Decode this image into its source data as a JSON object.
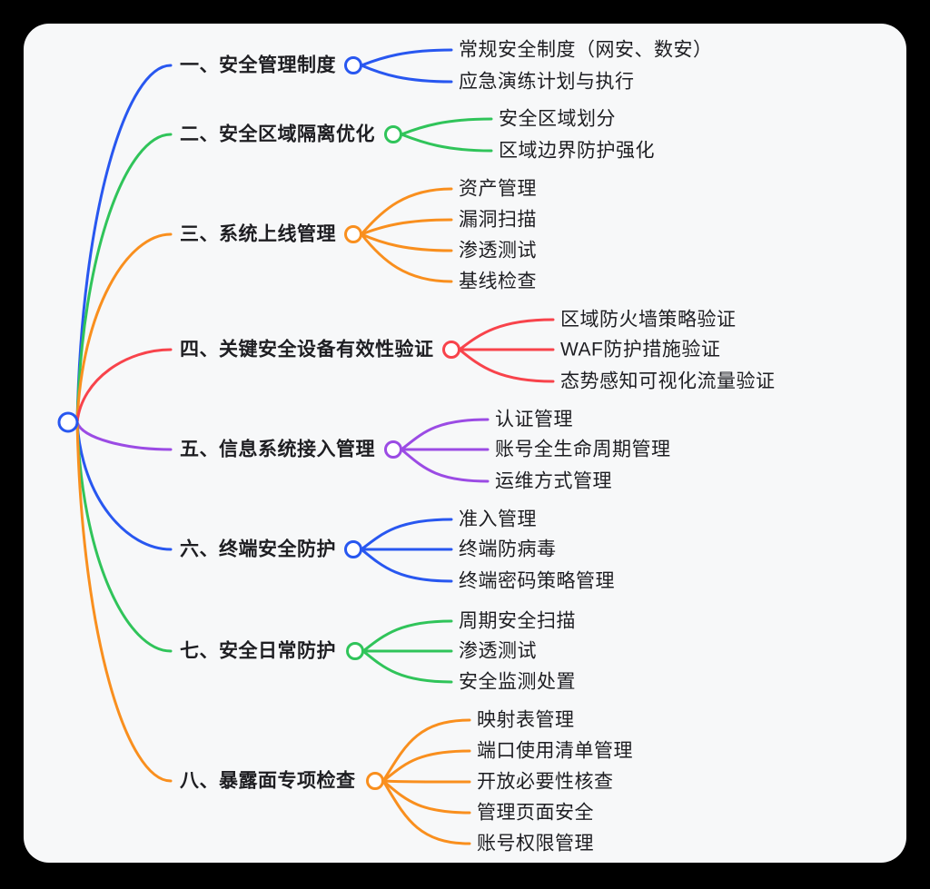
{
  "page": {
    "outer_background": "#000000",
    "canvas_background": "#F7F8F9",
    "text_color": "#1E1E22"
  },
  "colors": {
    "blue": "#2857F0",
    "green": "#30C45A",
    "orange": "#F98F1E",
    "red": "#F8434B",
    "purple": "#9B4BE4"
  },
  "root": {
    "color": "blue"
  },
  "branches": [
    {
      "label": "一、安全管理制度",
      "color": "blue",
      "children": [
        "常规安全制度（网安、数安）",
        "应急演练计划与执行"
      ]
    },
    {
      "label": "二、安全区域隔离优化",
      "color": "green",
      "children": [
        "安全区域划分",
        "区域边界防护强化"
      ]
    },
    {
      "label": "三、系统上线管理",
      "color": "orange",
      "children": [
        "资产管理",
        "漏洞扫描",
        "渗透测试",
        "基线检查"
      ]
    },
    {
      "label": "四、关键安全设备有效性验证",
      "color": "red",
      "children": [
        "区域防火墙策略验证",
        "WAF防护措施验证",
        "态势感知可视化流量验证"
      ]
    },
    {
      "label": "五、信息系统接入管理",
      "color": "purple",
      "children": [
        "认证管理",
        "账号全生命周期管理",
        "运维方式管理"
      ]
    },
    {
      "label": "六、终端安全防护",
      "color": "blue",
      "children": [
        "准入管理",
        "终端防病毒",
        "终端密码策略管理"
      ]
    },
    {
      "label": "七、安全日常防护",
      "color": "green",
      "children": [
        "周期安全扫描",
        "渗透测试",
        "安全监测处置"
      ]
    },
    {
      "label": "八、暴露面专项检查",
      "color": "orange",
      "children": [
        "映射表管理",
        "端口使用清单管理",
        "开放必要性核查",
        "管理页面安全",
        "账号权限管理"
      ]
    }
  ]
}
